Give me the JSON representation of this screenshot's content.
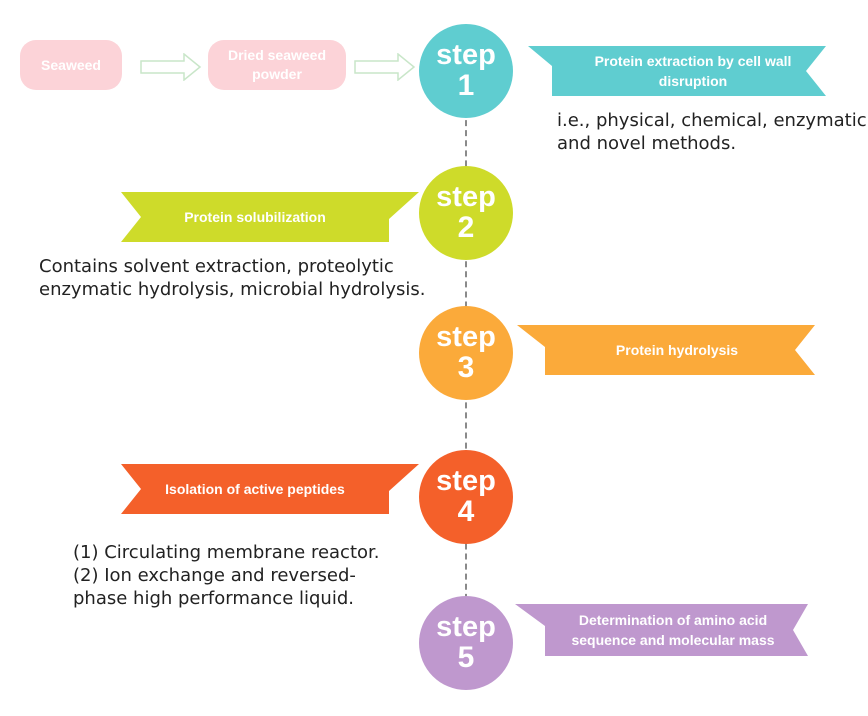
{
  "flow": {
    "seaweed": "Seaweed",
    "dried_powder": "Dried seaweed powder"
  },
  "steps": [
    {
      "word": "step",
      "number": "1",
      "color": "#5fcdd0",
      "banner": "Protein extraction by cell wall disruption",
      "description": "i.e., physical, chemical, enzymatic\nand novel methods."
    },
    {
      "word": "step",
      "number": "2",
      "color": "#cedb2a",
      "banner": "Protein solubilization",
      "description": "Contains solvent extraction, proteolytic\nenzymatic hydrolysis, microbial hydrolysis."
    },
    {
      "word": "step",
      "number": "3",
      "color": "#fbaa3a",
      "banner": "Protein hydrolysis",
      "description": ""
    },
    {
      "word": "step",
      "number": "4",
      "color": "#f4602a",
      "banner": "Isolation of active peptides",
      "description": "(1) Circulating membrane reactor.\n(2) Ion exchange and reversed-\nphase high performance liquid."
    },
    {
      "word": "step",
      "number": "5",
      "color": "#bf98ce",
      "banner": "Determination of amino acid sequence and molecular mass",
      "description": ""
    }
  ]
}
